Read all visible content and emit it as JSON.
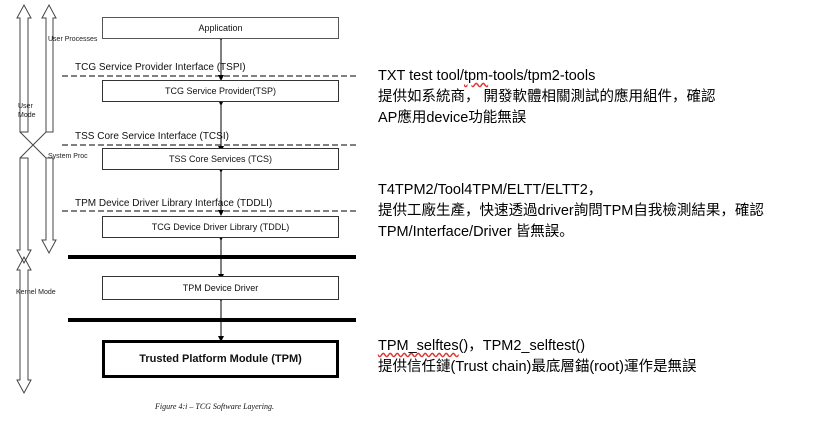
{
  "diagram": {
    "boxes": {
      "application": "Application",
      "tsp": "TCG Service Provider(TSP)",
      "tcs": "TSS Core Services (TCS)",
      "tddl": "TCG Device Driver Library (TDDL)",
      "tpm_driver": "TPM Device Driver",
      "tpm": "Trusted Platform Module (TPM)"
    },
    "interfaces": {
      "tspi": "TCG Service Provider Interface (TSPI)",
      "tcsi": "TSS Core Service Interface (TCSI)",
      "tddli": "TPM Device Driver Library Interface (TDDLI)"
    },
    "side_labels": {
      "user_processes": "User Processes",
      "user_mode_1": "User",
      "user_mode_2": "Mode",
      "system_proc": "System Proc",
      "kernel_mode": "Kernel Mode"
    },
    "caption": "Figure 4:i – TCG Software Layering."
  },
  "notes": {
    "block1": {
      "line1_pre": "TXT test tool/",
      "line1_squig": "tpm",
      "line1_post": "-tools/tpm2-tools",
      "line2": "提供如系統商， 開發軟體相關測試的應用組件，確認",
      "line3": "AP應用device功能無誤"
    },
    "block2": {
      "line1": "T4TPM2/Tool4TPM/ELTT/ELTT2，",
      "line2": "提供工廠生產，快速透過driver詢問TPM自我檢測結果，確認",
      "line3": "TPM/Interface/Driver 皆無誤。"
    },
    "block3": {
      "line1_squig": "TPM_selftes",
      "line1_post": "()，TPM2_selftest()",
      "line2": "提供信任鏈(Trust chain)最底層錨(root)運作是無誤"
    }
  }
}
